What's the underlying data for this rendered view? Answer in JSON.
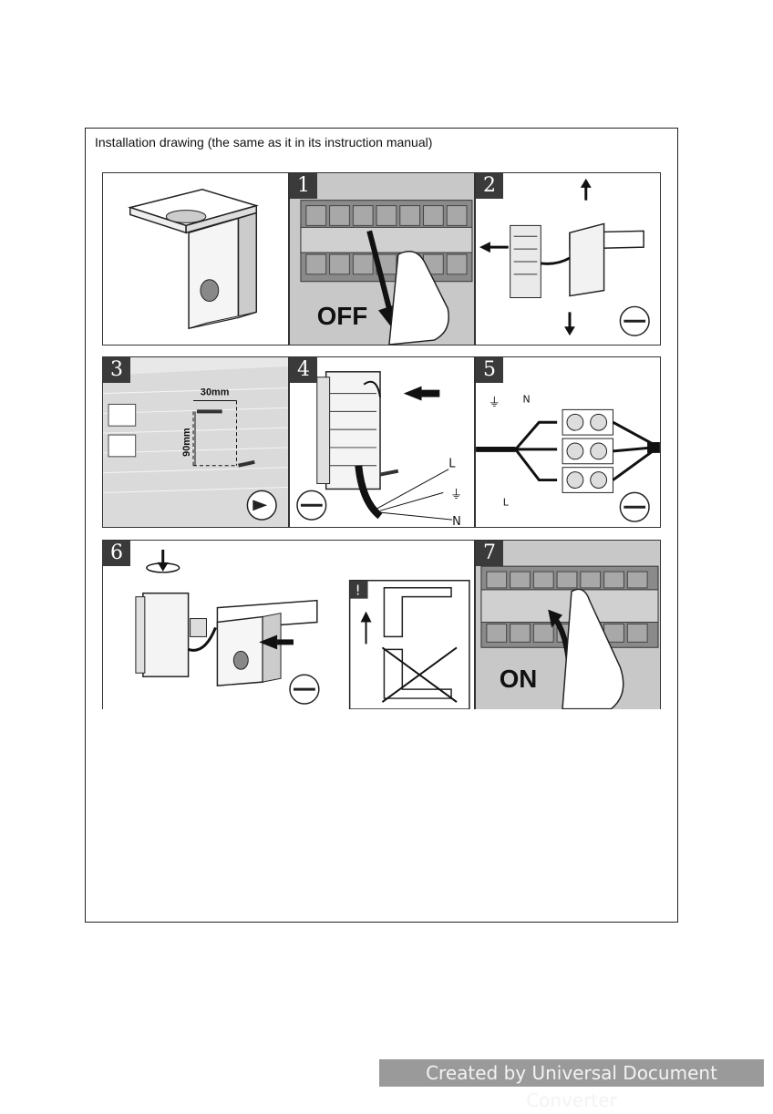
{
  "heading": "Installation drawing (the same as it in its instruction manual)",
  "steps": [
    {
      "number": "1",
      "label": "OFF"
    },
    {
      "number": "2"
    },
    {
      "number": "3",
      "dim_horizontal": "30mm",
      "dim_vertical": "90mm"
    },
    {
      "number": "4",
      "wire_L": "L",
      "wire_N": "N"
    },
    {
      "number": "5",
      "wire_N": "N",
      "wire_L": "L"
    },
    {
      "number": "6"
    },
    {
      "number": "7",
      "label": "ON"
    }
  ],
  "warning_mark": "!",
  "watermark": "Created by Universal Document Converter"
}
